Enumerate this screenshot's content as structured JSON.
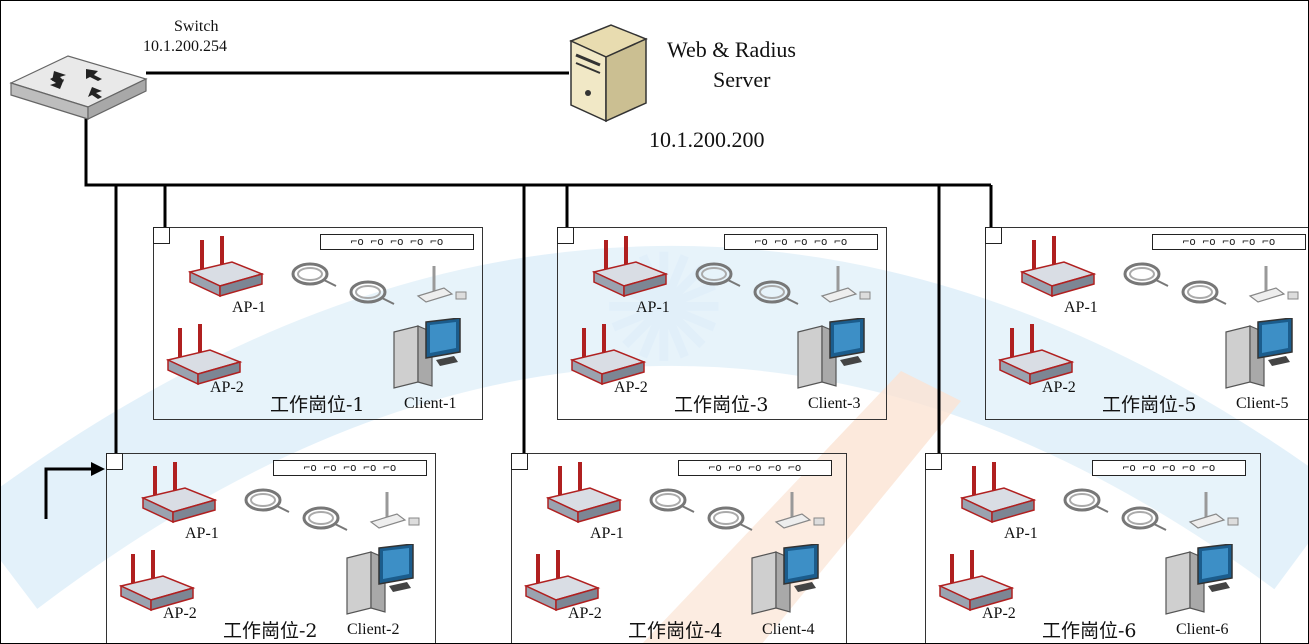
{
  "switch": {
    "label": "Switch",
    "ip": "10.1.200.254"
  },
  "server": {
    "label_line1": "Web & Radius",
    "label_line2": "Server",
    "ip": "10.1.200.200"
  },
  "station_items": {
    "ap1": "AP-1",
    "ap2": "AP-2"
  },
  "port_strip_text": "⌐o ⌐o ⌐o ⌐o ⌐o",
  "stations": [
    {
      "title": "工作崗位-1",
      "client": "Client-1"
    },
    {
      "title": "工作崗位-3",
      "client": "Client-3"
    },
    {
      "title": "工作崗位-5",
      "client": "Client-5"
    },
    {
      "title": "工作崗位-2",
      "client": "Client-2"
    },
    {
      "title": "工作崗位-4",
      "client": "Client-4"
    },
    {
      "title": "工作崗位-6",
      "client": "Client-6"
    }
  ],
  "colors": {
    "line": "#000000",
    "ap_red": "#b02020",
    "watermark_blue": "#d6ecfa",
    "watermark_orange": "#fbe3d3"
  }
}
